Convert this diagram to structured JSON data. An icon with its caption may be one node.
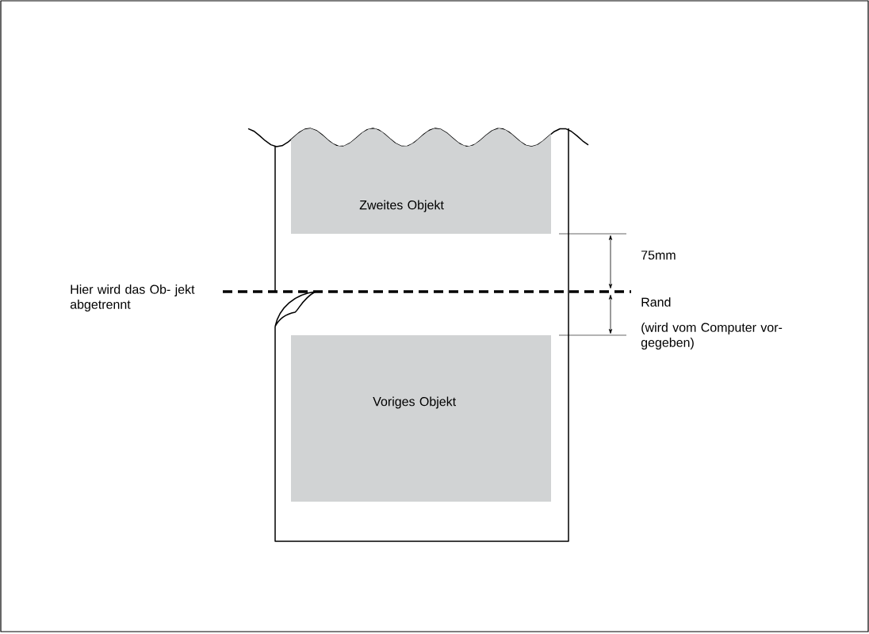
{
  "diagram": {
    "nodes": [
      {
        "text": [
          "Zweites Objekt"
        ]
      },
      {
        "text": [
          "Voriges Objekt"
        ]
      }
    ],
    "labels": [
      "Hier wird das Ob- jekt abgetrennt",
      "75mm",
      "Rand",
      "(wird vom Computer vor- gegeben)"
    ]
  }
}
